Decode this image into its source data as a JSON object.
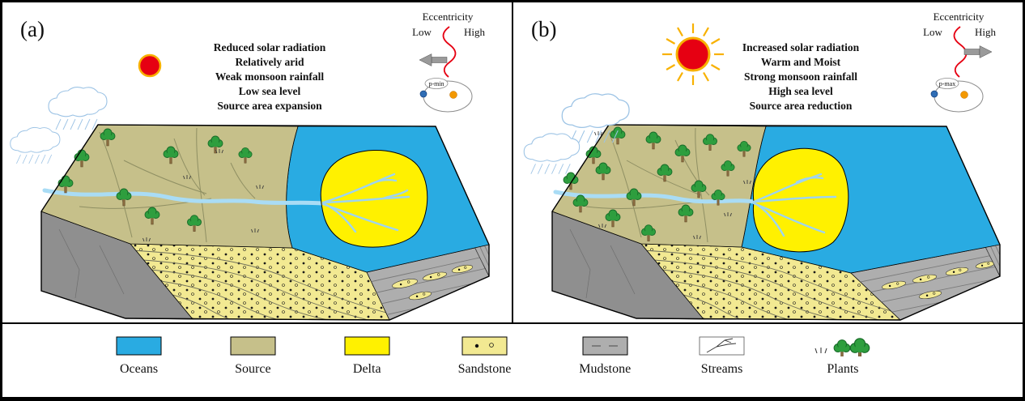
{
  "figure": {
    "panels": [
      {
        "id": "a",
        "label": "(a)",
        "conditions": [
          "Reduced solar radiation",
          "Relatively arid",
          "Weak monsoon rainfall",
          "Low sea level",
          "Source area expansion"
        ],
        "eccentricity": {
          "title": "Eccentricity",
          "low_label": "Low",
          "high_label": "High",
          "arrow_direction": "low",
          "orbit_label": "p-min"
        }
      },
      {
        "id": "b",
        "label": "(b)",
        "conditions": [
          "Increased solar radiation",
          "Warm and Moist",
          "Strong monsoon rainfall",
          "High sea level",
          "Source area reduction"
        ],
        "eccentricity": {
          "title": "Eccentricity",
          "low_label": "Low",
          "high_label": "High",
          "arrow_direction": "high",
          "orbit_label": "p-max"
        }
      }
    ],
    "legend": [
      {
        "label": "Oceans",
        "swatch": "oceans"
      },
      {
        "label": "Source",
        "swatch": "source"
      },
      {
        "label": "Delta",
        "swatch": "delta"
      },
      {
        "label": "Sandstone",
        "swatch": "sandstone"
      },
      {
        "label": "Mudstone",
        "swatch": "mudstone"
      },
      {
        "label": "Streams",
        "swatch": "streams"
      },
      {
        "label": "Plants",
        "swatch": "plants"
      }
    ],
    "colors": {
      "ocean": "#29abe2",
      "source": "#c6c08a",
      "delta": "#fff100",
      "sandstone": "#f2e992",
      "mudstone": "#aeaeae",
      "basement": "#8f8f8f",
      "sun": "#e60012",
      "sun_rays": "#f8b100",
      "river": "#a9dcf5",
      "cloud": "#9cc3e5",
      "tree": "#2e9e3e",
      "eccentricity_curve": "#e60012",
      "arrow": "#9a9a9a",
      "orbit_sun": "#f39800",
      "earth": "#2f6db5"
    }
  }
}
